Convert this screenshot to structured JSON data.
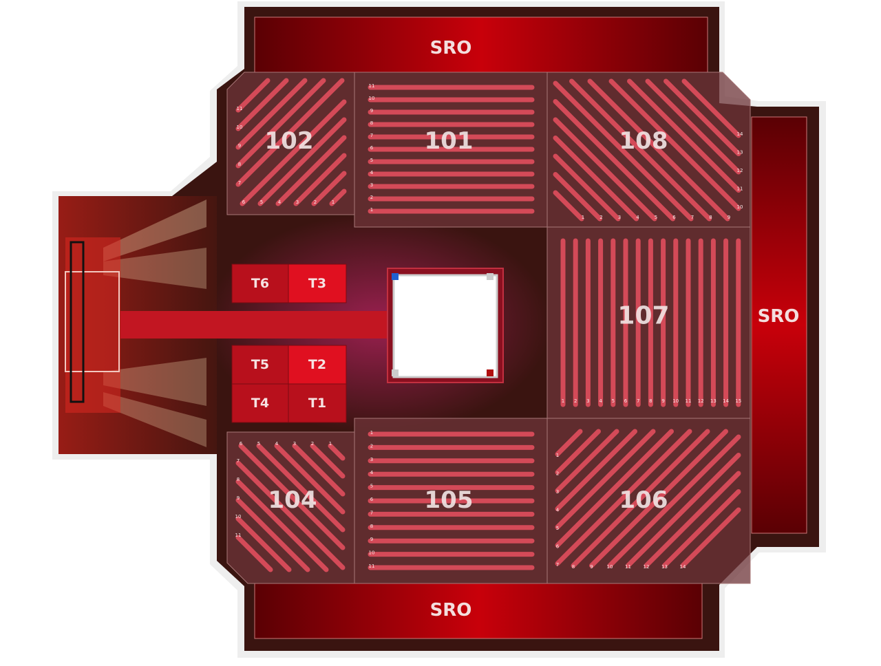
{
  "colors": {
    "floor": "#3a1410",
    "sro": "#b00008",
    "section": "#6e3438",
    "row": "#d44a58",
    "table": "#c0101c",
    "ring_floor": "#ffffff"
  },
  "sro": [
    {
      "id": "sro-top",
      "label": "SRO"
    },
    {
      "id": "sro-right",
      "label": "SRO"
    },
    {
      "id": "sro-bottom",
      "label": "SRO"
    }
  ],
  "sections": [
    {
      "id": "102",
      "label": "102",
      "rows": [
        "1",
        "2",
        "3",
        "4",
        "5",
        "6",
        "7",
        "8",
        "9",
        "10",
        "11"
      ]
    },
    {
      "id": "101",
      "label": "101",
      "rows": [
        "1",
        "2",
        "3",
        "4",
        "5",
        "6",
        "7",
        "8",
        "9",
        "10",
        "11"
      ]
    },
    {
      "id": "108",
      "label": "108",
      "rows": [
        "1",
        "2",
        "3",
        "4",
        "5",
        "6",
        "7",
        "8",
        "9",
        "10",
        "11",
        "12",
        "13",
        "14"
      ]
    },
    {
      "id": "107",
      "label": "107",
      "rows": [
        "1",
        "2",
        "3",
        "4",
        "5",
        "6",
        "7",
        "8",
        "9",
        "10",
        "11",
        "12",
        "13",
        "14",
        "15"
      ]
    },
    {
      "id": "104",
      "label": "104",
      "rows": [
        "1",
        "2",
        "3",
        "4",
        "5",
        "6",
        "7",
        "8",
        "9",
        "10",
        "11"
      ]
    },
    {
      "id": "105",
      "label": "105",
      "rows": [
        "1",
        "2",
        "3",
        "4",
        "5",
        "6",
        "7",
        "8",
        "9",
        "10",
        "11"
      ]
    },
    {
      "id": "106",
      "label": "106",
      "rows": [
        "1",
        "2",
        "3",
        "4",
        "5",
        "6",
        "7",
        "8",
        "9",
        "10",
        "11",
        "12",
        "13",
        "14"
      ]
    }
  ],
  "tables": [
    {
      "id": "T6",
      "label": "T6"
    },
    {
      "id": "T3",
      "label": "T3"
    },
    {
      "id": "T5",
      "label": "T5"
    },
    {
      "id": "T2",
      "label": "T2"
    },
    {
      "id": "T4",
      "label": "T4"
    },
    {
      "id": "T1",
      "label": "T1"
    }
  ]
}
